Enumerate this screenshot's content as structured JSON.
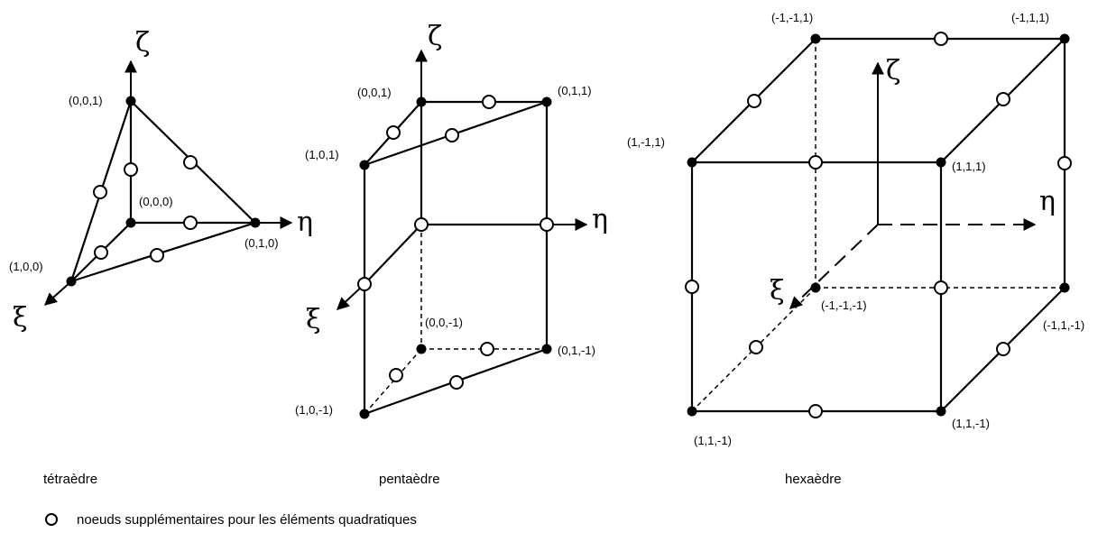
{
  "symbols": {
    "zeta": "ζ",
    "eta": "η",
    "xi": "ξ"
  },
  "tetra": {
    "caption": "tétraèdre",
    "labels": {
      "n001": "(0,0,1)",
      "n000": "(0,0,0)",
      "n100": "(1,0,0)",
      "n010": "(0,1,0)"
    }
  },
  "penta": {
    "caption": "pentaèdre",
    "labels": {
      "n001": "(0,0,1)",
      "n011": "(0,1,1)",
      "n101": "(1,0,1)",
      "n00m1": "(0,0,-1)",
      "n01m1": "(0,1,-1)",
      "n10m1": "(1,0,-1)"
    }
  },
  "hexa": {
    "caption": "hexaèdre",
    "labels": {
      "nm1m11": "(-1,-1,1)",
      "nm111": "(-1,1,1)",
      "n1m11": "(1,-1,1)",
      "n111": "(1,1,1)",
      "nm1m1m1": "(-1,-1,-1)",
      "nm11m1": "(-1,1,-1)",
      "n11m1_front": "(1,1,-1)",
      "n11m1_right": "(1,1,-1)"
    }
  },
  "legend": {
    "text": "noeuds supplémentaires pour les éléments quadratiques"
  }
}
